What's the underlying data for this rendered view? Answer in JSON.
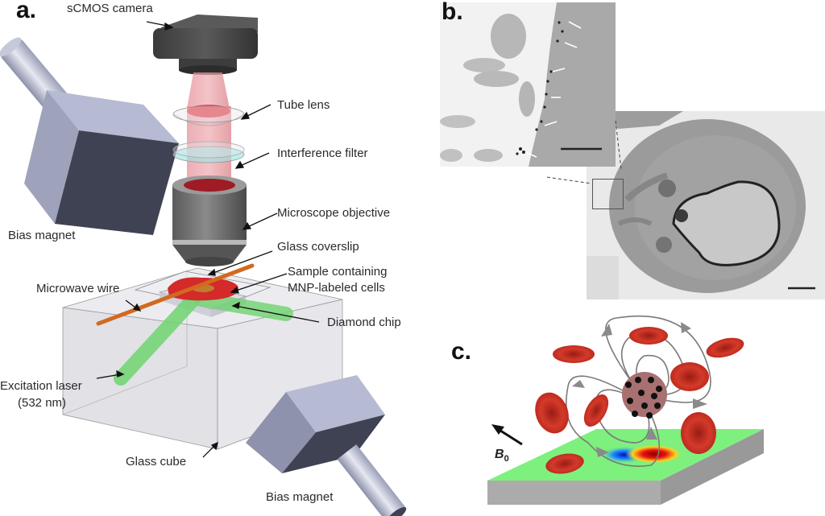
{
  "figure": {
    "panel_a": {
      "label": "a.",
      "labels": {
        "camera": "sCMOS camera",
        "tube_lens": "Tube lens",
        "filter": "Interference filter",
        "objective": "Microscope objective",
        "coverslip": "Glass coverslip",
        "sample_line1": "Sample containing",
        "sample_line2": "MNP-labeled cells",
        "microwave": "Microwave wire",
        "diamond": "Diamond chip",
        "laser_line1": "Excitation laser",
        "laser_line2": "(532 nm)",
        "cube": "Glass cube",
        "magnet_top": "Bias magnet",
        "magnet_bottom": "Bias magnet"
      },
      "colors": {
        "camera": "#4a4a4a",
        "beam": "#e0707a",
        "magnet": "#a9adc8",
        "magnet_dark": "#3e4150",
        "laser": "#6ed36e",
        "wire": "#d2691e",
        "sample": "#d42a2a",
        "filter": "#9fe3e3",
        "cube": "#e4e4e8"
      }
    },
    "panel_b": {
      "label": "b.",
      "description": "Electron micrographs: zoomed membrane inset with white arrows marking MNPs, and whole cell with nucleus"
    },
    "panel_c": {
      "label": "c.",
      "field_label": "B",
      "field_subscript": "0",
      "colors": {
        "surface": "#7ef07e",
        "slab_side": "#a9a9a9",
        "rbc": "#c0281e",
        "field_lines": "#7a7a7a"
      }
    }
  }
}
